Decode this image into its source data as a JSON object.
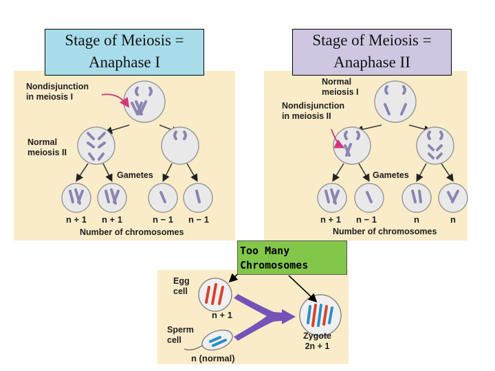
{
  "labels": {
    "left_line1": "Stage of Meiosis =",
    "left_line2": "Anaphase I",
    "right_line1": "Stage of Meiosis =",
    "right_line2": "Anaphase II",
    "callout_line1": "Too Many",
    "callout_line2": "Chromosomes"
  },
  "left_diagram": {
    "nondisjunction_1": "Nondisjunction",
    "nondisjunction_2": "in meiosis I",
    "normal_1": "Normal",
    "normal_2": "meiosis II",
    "gametes": "Gametes",
    "counts": [
      "n + 1",
      "n + 1",
      "n − 1",
      "n − 1"
    ],
    "axis": "Number of chromosomes"
  },
  "right_diagram": {
    "normal_1": "Normal",
    "normal_2": "meiosis I",
    "nondisjunction_1": "Nondisjunction",
    "nondisjunction_2": "in meiosis II",
    "gametes": "Gametes",
    "counts": [
      "n + 1",
      "n − 1",
      "n",
      "n"
    ],
    "axis": "Number of chromosomes"
  },
  "bottom_diagram": {
    "egg_1": "Egg",
    "egg_2": "cell",
    "egg_count": "n + 1",
    "sperm_1": "Sperm",
    "sperm_2": "cell",
    "sperm_count": "n (normal)",
    "zygote_1": "Zygote",
    "zygote_2": "2n + 1"
  },
  "colors": {
    "panel": "#fbecc9",
    "left_box": "#a9dcea",
    "right_box": "#cfc7e2",
    "callout": "#82c64a",
    "arrow_pink": "#d2367a",
    "chromosome": "#8c84b0"
  }
}
